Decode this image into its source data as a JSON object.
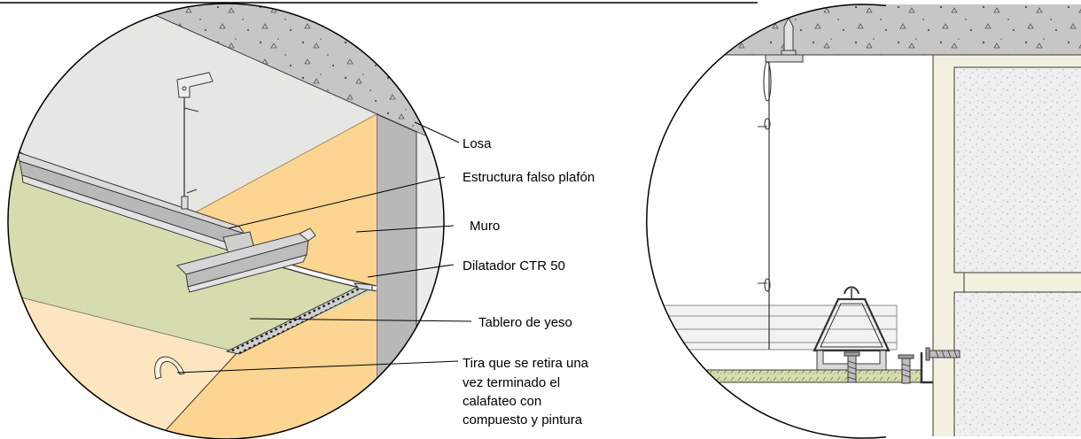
{
  "labels": {
    "losa": "Losa",
    "estructura_falso_plafon": "Estructura falso plafón",
    "muro": "Muro",
    "dilatador": "Dilatador CTR 50",
    "tablero_de_yeso": "Tablero de yeso",
    "tira": [
      "Tira que se retira una",
      "vez terminado el",
      "calafateo con",
      "compuesto y pintura"
    ]
  },
  "colors": {
    "slab": "#c6c6c6",
    "ceiling_plenum": "#e6e6e3",
    "wall_face": "#fbd591",
    "wall_edge": "#b8b8b8",
    "gypsum_board": "#d6dcae",
    "finish_area": "#fde6bf",
    "metal": "#d6d6d6",
    "metal_dark": "#b9b9b9",
    "concrete": "#efefef",
    "wall_column": "#f2f0df"
  }
}
